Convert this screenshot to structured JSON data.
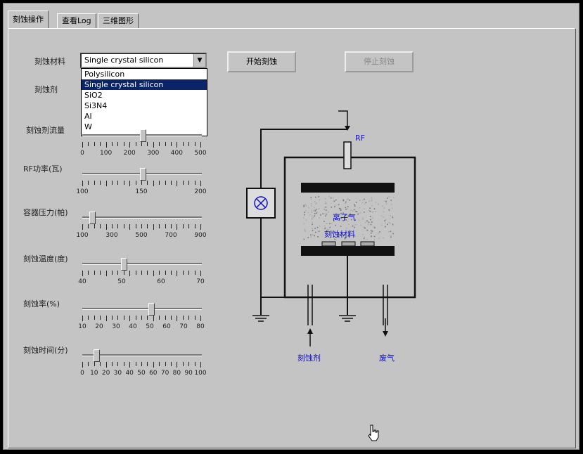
{
  "tabs": [
    "刻蚀操作",
    "查看Log",
    "三维图形"
  ],
  "form": {
    "material_label": "刻蚀材料",
    "material_value": "Single crystal silicon",
    "material_options": [
      "Polysilicon",
      "Single crystal silicon",
      "SiO2",
      "Si3N4",
      "Al",
      "W"
    ],
    "etchant_label": "刻蚀剂",
    "start_button": "开始刻蚀",
    "stop_button": "停止刻蚀"
  },
  "sliders": [
    {
      "label": "刻蚀剂流量",
      "min": 0,
      "max": 500,
      "value": 250,
      "tick_labels": [
        "0",
        "100",
        "200",
        "300",
        "400",
        "500"
      ]
    },
    {
      "label": "RF功率(瓦)",
      "min": 100,
      "max": 200,
      "value": 150,
      "tick_labels": [
        "100",
        "150",
        "200"
      ]
    },
    {
      "label": "容器压力(帕)",
      "min": 100,
      "max": 900,
      "value": 150,
      "tick_labels": [
        "100",
        "300",
        "500",
        "700",
        "900"
      ]
    },
    {
      "label": "刻蚀温度(度)",
      "min": 40,
      "max": 70,
      "value": 50,
      "tick_labels": [
        "40",
        "50",
        "60",
        "70"
      ]
    },
    {
      "label": "刻蚀率(%)",
      "min": 10,
      "max": 80,
      "value": 50,
      "tick_labels": [
        "10",
        "20",
        "30",
        "40",
        "50",
        "60",
        "70",
        "80"
      ]
    },
    {
      "label": "刻蚀时间(分)",
      "min": 0,
      "max": 100,
      "value": 10,
      "tick_labels": [
        "0",
        "10",
        "20",
        "30",
        "40",
        "50",
        "60",
        "70",
        "80",
        "90",
        "100"
      ]
    }
  ],
  "diagram": {
    "rf_label": "RF",
    "plasma_label": "离子气",
    "material_label": "刻蚀材料",
    "etchant_inlet_label": "刻蚀剂",
    "exhaust_label": "废气",
    "accent_color": "#1010cc"
  }
}
